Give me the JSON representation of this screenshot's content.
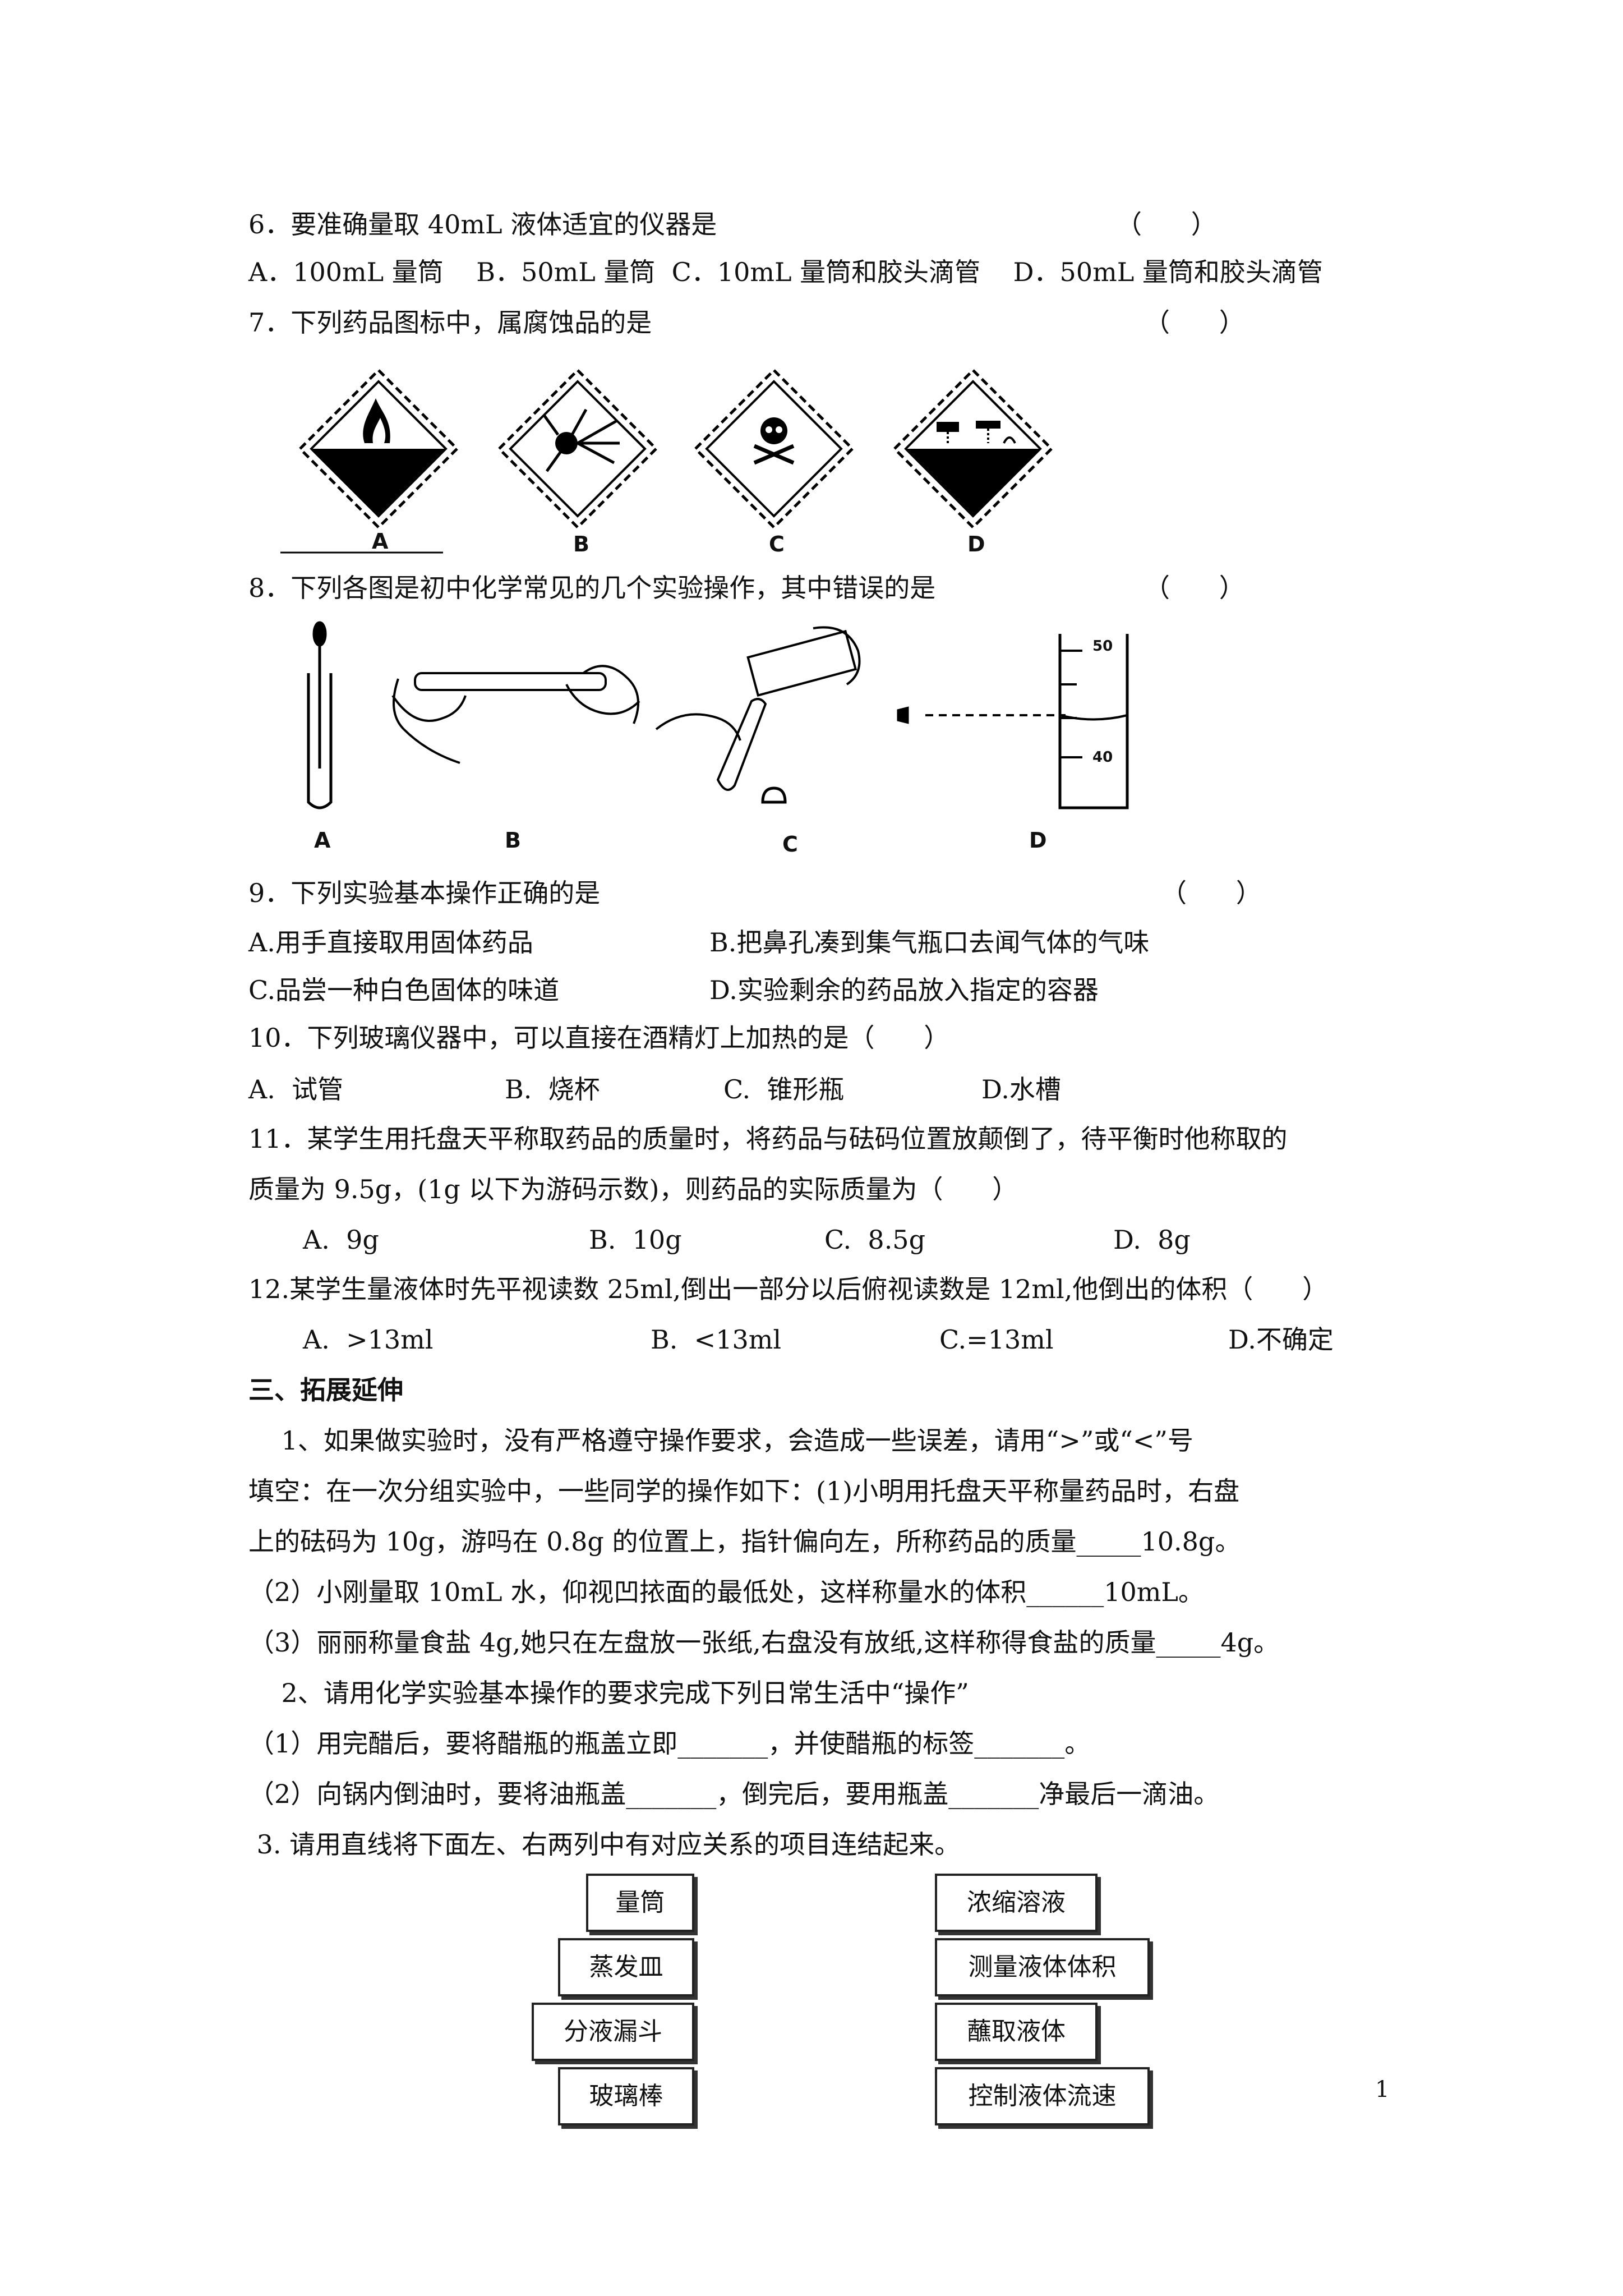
{
  "q6": {
    "stem": "6．要准确量取 40mL 液体适宜的仪器是",
    "paren": "（      ）",
    "options": "A．100mL 量筒    B．50mL 量筒  C．10mL 量筒和胶头滴管    D．50mL 量筒和胶头滴管"
  },
  "q7": {
    "stem": "7．下列药品图标中，属腐蚀品的是",
    "paren": "（      ）",
    "labels": [
      "A",
      "B",
      "C",
      "D"
    ]
  },
  "q8": {
    "stem": "8．下列各图是初中化学常见的几个实验操作，其中错误的是",
    "paren": "（      ）",
    "labels": [
      "A",
      "B",
      "C",
      "D"
    ],
    "cylinder_marks": [
      "50",
      "40"
    ]
  },
  "q9": {
    "stem": "9．下列实验基本操作正确的是",
    "paren": "（      ）",
    "options": [
      "A.用手直接取用固体药品",
      "B.把鼻孔凑到集气瓶口去闻气体的气味",
      "C.品尝一种白色固体的味道",
      "D.实验剩余的药品放入指定的容器"
    ]
  },
  "q10": {
    "stem": "10．下列玻璃仪器中，可以直接在酒精灯上加热的是（      ）",
    "options": [
      "A.  试管",
      "B.  烧杯",
      "C.  锥形瓶",
      "D.水槽"
    ]
  },
  "q11": {
    "stem1": "11．某学生用托盘天平称取药品的质量时，将药品与砝码位置放颠倒了，待平衡时他称取的",
    "stem2": "质量为 9.5g，(1g 以下为游码示数)，则药品的实际质量为（      ）",
    "options": [
      "A.  9g",
      "B.  10g",
      "C.  8.5g",
      "D.  8g"
    ]
  },
  "q12": {
    "stem": "12.某学生量液体时先平视读数 25ml,倒出一部分以后俯视读数是 12ml,他倒出的体积（      ）",
    "options": [
      "A.  >13ml",
      "B.  <13ml",
      "C.=13ml",
      "D.不确定"
    ]
  },
  "section3": {
    "heading": "三、拓展延伸",
    "p1_l1": "    1、如果做实验时，没有严格遵守操作要求，会造成一些误差，请用“>”或“<”号",
    "p1_l2": "填空：在一次分组实验中，一些同学的操作如下：(1)小明用托盘天平称量药品时，右盘",
    "p1_l3": "上的砝码为 10g，游吗在 0.8g 的位置上，指针偏向左，所称药品的质量_____10.8g。",
    "p1_l4": "（2）小刚量取 10mL 水，仰视凹挔面的最低处，这样称量水的体积______10mL。",
    "p1_l5": "（3）丽丽称量食盐 4g,她只在左盘放一张纸,右盘没有放纸,这样称得食盐的质量_____4g。",
    "p2_l1": "    2、请用化学实验基本操作的要求完成下列日常生活中“操作”",
    "p2_l2": "（1）用完醋后，要将醋瓶的瓶盖立即_______，并使醋瓶的标签_______。",
    "p2_l3": "（2）向锅内倒油时，要将油瓶盖_______，倒完后，要用瓶盖_______净最后一滴油。",
    "p3": " 3. 请用直线将下面左、右两列中有对应关系的项目连结起来。",
    "left_items": [
      "量筒",
      "蒸发皿",
      "分液漏斗",
      "玻璃棒"
    ],
    "right_items": [
      "浓缩溶液",
      "测量液体体积",
      "蘸取液体",
      "控制液体流速"
    ]
  },
  "page_number": "1"
}
